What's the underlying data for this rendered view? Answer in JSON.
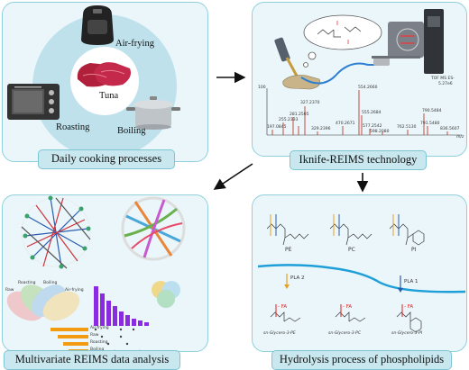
{
  "panels": {
    "cooking": {
      "caption": "Daily cooking processes",
      "labels": {
        "air_frying": "Air-frying",
        "tuna": "Tuna",
        "roasting": "Roasting",
        "boiling": "Boiling"
      }
    },
    "reims": {
      "caption": "Iknife-REIMS technology",
      "spectrum": {
        "y_tick": "100",
        "x_axis_label": "m/z",
        "instrument": "TOF MS ES-",
        "intensity": "5.27e6",
        "peaks": [
          "554.2660",
          "327.2370",
          "281.2505",
          "255.2333",
          "197.0845",
          "329.2396",
          "470.2671",
          "555.2684",
          "577.2542",
          "598.2080",
          "762.5130",
          "790.5484",
          "791.5480",
          "836.5607"
        ]
      }
    },
    "analysis": {
      "caption": "Multivariate REIMS data analysis",
      "venn_labels": [
        "Raw",
        "Roasting",
        "Boiling",
        "Air-frying"
      ],
      "bar_labels": [
        "Air-frying",
        "Raw",
        "Roasting",
        "Boiling"
      ]
    },
    "hydrolysis": {
      "caption": "Hydrolysis process of phospholipids",
      "classes": [
        "PE",
        "PC",
        "PI"
      ],
      "enzymes": [
        "PLA 2",
        "PLA 1"
      ],
      "hydrolysis_tag": "- FA",
      "products": [
        "sn-Glycero-3-PE",
        "sn-Glycero-3-PC",
        "sn-Glycero-3-PI"
      ]
    }
  },
  "colors": {
    "panel_fill": "#eaf6fa",
    "panel_border": "#8fd0dc",
    "caption_fill": "#c9e7ee",
    "cooking_circle": "#bfe1ec",
    "wave": "#1e9fd8",
    "fa_mark": "#e02020",
    "bar_purple": "#8a2be2",
    "bar_orange": "#f39c12"
  }
}
